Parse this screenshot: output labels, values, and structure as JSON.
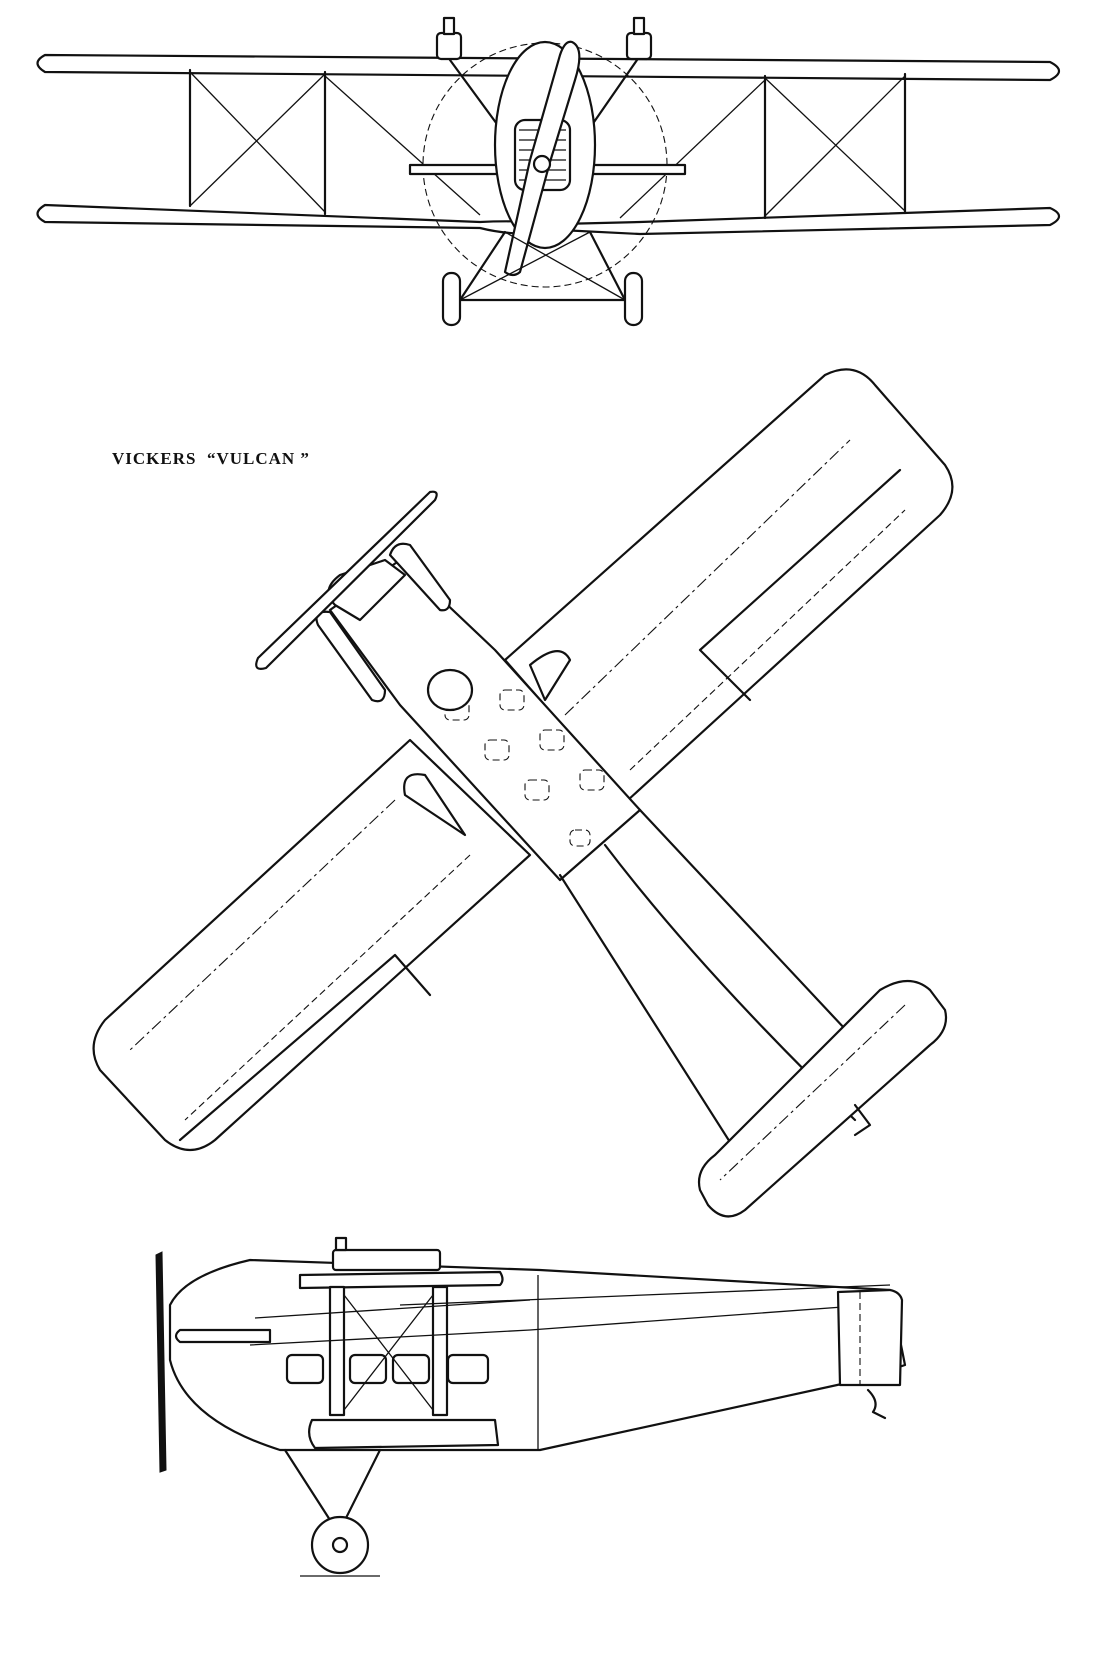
{
  "drawing": {
    "title": "VICKERS  “VULCAN ”",
    "views": [
      "front-view",
      "plan-view",
      "side-view"
    ]
  }
}
